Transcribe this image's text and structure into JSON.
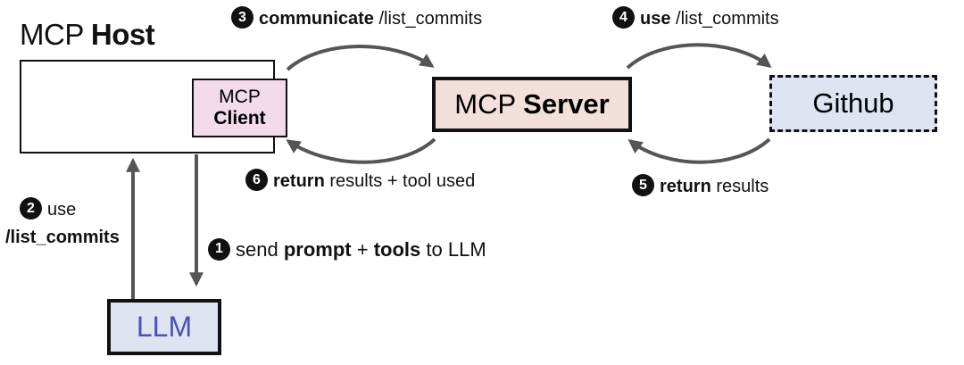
{
  "host": {
    "title_regular": "MCP",
    "title_bold": "Host",
    "client_line1": "MCP",
    "client_line2": "Client"
  },
  "server": {
    "regular": "MCP",
    "bold": "Server"
  },
  "github": {
    "label": "Github"
  },
  "llm": {
    "label": "LLM"
  },
  "steps": {
    "s1": {
      "num": "1",
      "pre": "send",
      "bold1": "prompt",
      "mid": "+",
      "bold2": "tools",
      "post": "to LLM"
    },
    "s2": {
      "num": "2",
      "line1": "use",
      "line2": "/list_commits"
    },
    "s3": {
      "num": "3",
      "bold": "communicate",
      "rest": "/list_commits"
    },
    "s4": {
      "num": "4",
      "bold": "use",
      "rest": "/list_commits"
    },
    "s5": {
      "num": "5",
      "bold": "return",
      "rest": "results"
    },
    "s6": {
      "num": "6",
      "bold": "return",
      "rest": "results + tool used"
    }
  },
  "colors": {
    "client_fill": "#f4dbea",
    "server_fill": "#f3e0da",
    "github_fill": "#dfe4f3",
    "llm_fill": "#dfe4f3",
    "llm_text": "#4a53b5",
    "arrow": "#555555"
  }
}
